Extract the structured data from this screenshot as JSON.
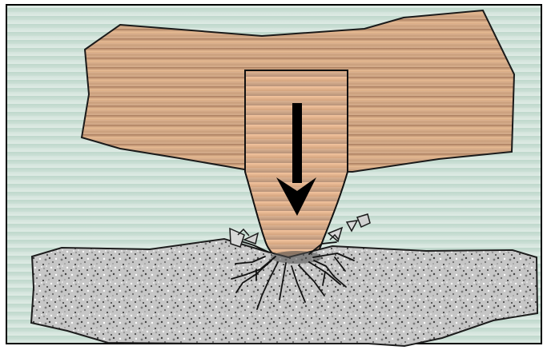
{
  "diagram": {
    "description_icon": "tool-pressing-into-rock-icon",
    "colors": {
      "background_top": "#b9d3c8",
      "background_bottom": "#d8e6df",
      "stripe": "#c7ddd3",
      "border": "#000000",
      "tool_light": "#efc9a1",
      "tool_dark": "#a77c5c",
      "rock_base": "#c7c7c7",
      "crack": "#111111",
      "arrow": "#000000"
    },
    "components": [
      "upper-body",
      "indenter-tip",
      "downward-arrow",
      "rock-slab",
      "radial-cracks",
      "chips"
    ]
  }
}
